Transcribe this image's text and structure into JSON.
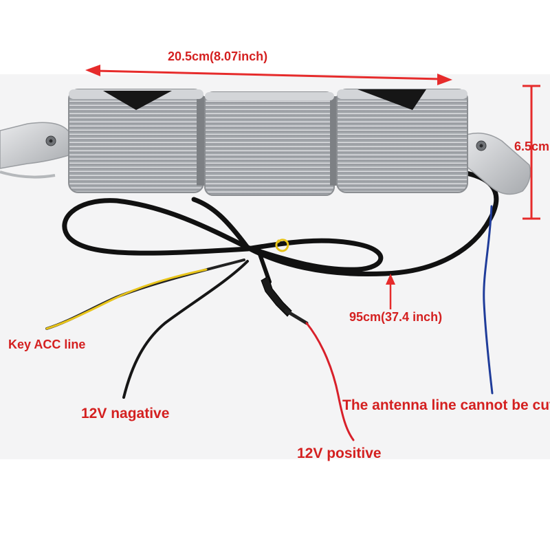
{
  "labels": {
    "width": "20.5cm(8.07inch)",
    "height": "6.5cm",
    "cable_length": "95cm(37.4 inch)",
    "key_acc": "Key ACC line",
    "negative": "12V nagative",
    "antenna": "The antenna line cannot be cut off",
    "positive": "12V positive"
  },
  "colors": {
    "label_text": "#d42020",
    "accent_arrow": "#e62b2b",
    "speaker_body": "#b9bcc1",
    "cable": "#111111",
    "yellow_wire": "#e8c41a",
    "red_wire": "#d8202a",
    "blue_wire": "#1f3c9a",
    "background": "#f4f4f5"
  }
}
